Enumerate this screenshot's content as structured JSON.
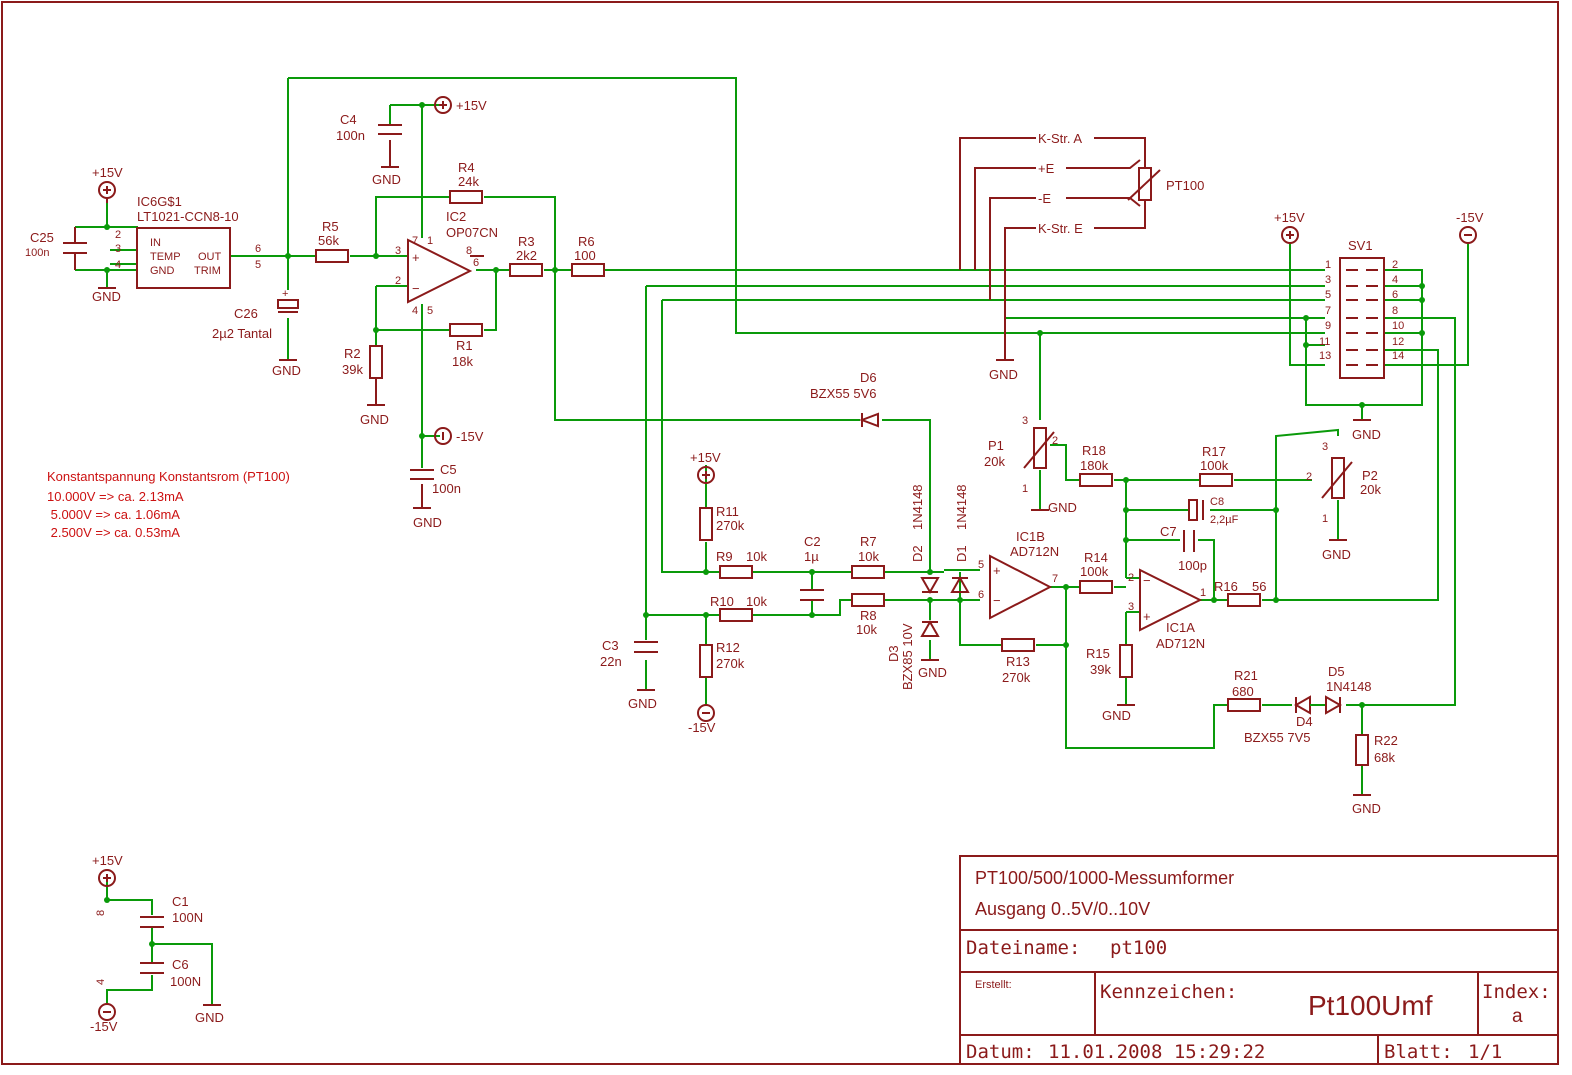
{
  "title_block": {
    "title_line1": "PT100/500/1000-Messumformer",
    "title_line2": "Ausgang 0..5V/0..10V",
    "filename_label": "Dateiname:",
    "filename": "pt100",
    "created_label": "Erstellt:",
    "code_label": "Kennzeichen:",
    "code": "Pt100Umf",
    "index_label": "Index:",
    "index": "a",
    "date_label": "Datum:",
    "date": "11.01.2008 15:29:22",
    "sheet_label": "Blatt:",
    "sheet": "1/1"
  },
  "note": {
    "title": "Konstantspannung Konstantsrom (PT100)",
    "lines": [
      "10.000V => ca. 2.13mA",
      " 5.000V => ca. 1.06mA",
      " 2.500V => ca. 0.53mA"
    ]
  },
  "supplies": {
    "pos": "+15V",
    "neg": "-15V",
    "gnd": "GND"
  },
  "ref": {
    "ic6": {
      "name": "IC6G$1",
      "value": "LT1021-CCN8-10",
      "in": "IN",
      "temp": "TEMP",
      "gnd": "GND",
      "out": "OUT",
      "trim": "TRIM"
    },
    "c25": {
      "name": "C25",
      "value": "100n"
    },
    "c26": {
      "name": "C26",
      "value": "2µ2 Tantal"
    },
    "c4": {
      "name": "C4",
      "value": "100n"
    },
    "c5": {
      "name": "C5",
      "value": "100n"
    },
    "r5": {
      "name": "R5",
      "value": "56k"
    },
    "r4": {
      "name": "R4",
      "value": "24k"
    },
    "ic2": {
      "name": "IC2",
      "value": "OP07CN"
    },
    "r3": {
      "name": "R3",
      "value": "2k2"
    },
    "r6": {
      "name": "R6",
      "value": "100"
    },
    "r1": {
      "name": "R1",
      "value": "18k"
    },
    "r2": {
      "name": "R2",
      "value": "39k"
    },
    "d6": {
      "name": "D6",
      "value": "BZX55 5V6"
    },
    "ksa": "K-Str. A",
    "pe": "+E",
    "me": "-E",
    "kse": "K-Str. E",
    "pt100": "PT100",
    "sv1": "SV1",
    "p1": {
      "name": "P1",
      "value": "20k"
    },
    "p2": {
      "name": "P2",
      "value": "20k"
    },
    "r18": {
      "name": "R18",
      "value": "180k"
    },
    "r17": {
      "name": "R17",
      "value": "100k"
    },
    "c8": {
      "name": "C8",
      "value": "2,2µF"
    },
    "c7": {
      "name": "C7",
      "value": "100p"
    },
    "r11": {
      "name": "R11",
      "value": "270k"
    },
    "r9": {
      "name": "R9",
      "value": "10k"
    },
    "c2": {
      "name": "C2",
      "value": "1µ"
    },
    "r7": {
      "name": "R7",
      "value": "10k"
    },
    "d2": {
      "name": "D2",
      "value": "1N4148"
    },
    "d1": {
      "name": "D1",
      "value": "1N4148"
    },
    "ic1b": {
      "name": "IC1B",
      "value": "AD712N"
    },
    "r14": {
      "name": "R14",
      "value": "100k"
    },
    "ic1a": {
      "name": "IC1A",
      "value": "AD712N"
    },
    "r16": {
      "name": "R16",
      "value": "56"
    },
    "r10": {
      "name": "R10",
      "value": "10k"
    },
    "r8": {
      "name": "R8",
      "value": "10k"
    },
    "d3": {
      "name": "D3",
      "value": "BZX85 10V"
    },
    "r13": {
      "name": "R13",
      "value": "270k"
    },
    "r15": {
      "name": "R15",
      "value": "39k"
    },
    "c3": {
      "name": "C3",
      "value": "22n"
    },
    "r12": {
      "name": "R12",
      "value": "270k"
    },
    "r21": {
      "name": "R21",
      "value": "680"
    },
    "d4": {
      "name": "D4",
      "value": "BZX55 7V5"
    },
    "d5": {
      "name": "D5",
      "value": "1N4148"
    },
    "r22": {
      "name": "R22",
      "value": "68k"
    },
    "c1": {
      "name": "C1",
      "value": "100N"
    },
    "c6": {
      "name": "C6",
      "value": "100N"
    }
  }
}
